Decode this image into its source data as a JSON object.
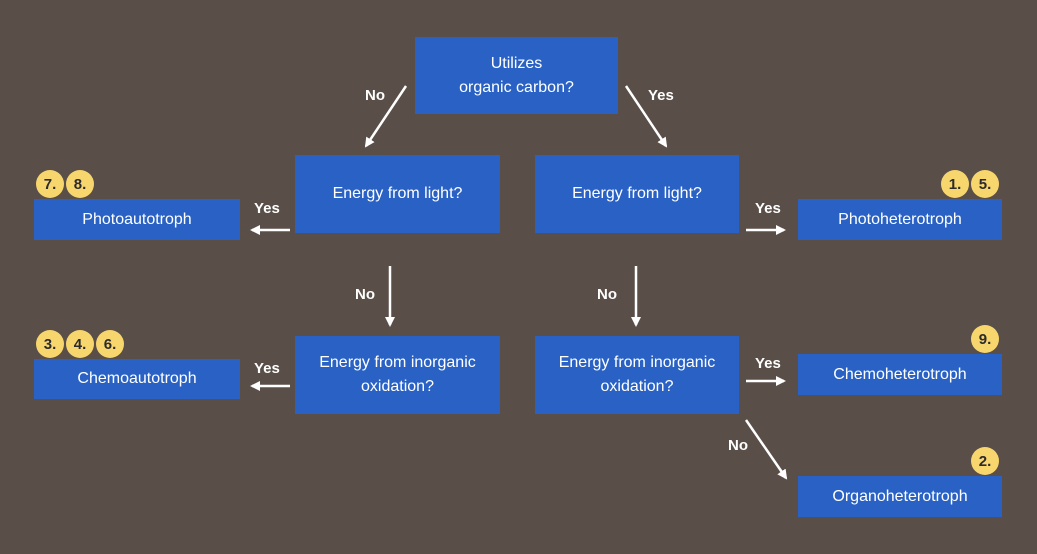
{
  "nodes": {
    "q_organic": "Utilizes\norganic carbon?",
    "q_light_left": "Energy from light?",
    "q_light_right": "Energy from light?",
    "q_inorganic_left": "Energy from inorganic\noxidation?",
    "q_inorganic_right": "Energy from inorganic\noxidation?",
    "photoautotroph": "Photoautotroph",
    "photoheterotroph": "Photoheterotroph",
    "chemoautotroph": "Chemoautotroph",
    "chemoheterotroph": "Chemoheterotroph",
    "organoheterotroph": "Organoheterotroph"
  },
  "edges": {
    "organic_no": "No",
    "organic_yes": "Yes",
    "light_left_yes": "Yes",
    "light_right_yes": "Yes",
    "light_left_no": "No",
    "light_right_no": "No",
    "inorg_left_yes": "Yes",
    "inorg_right_yes": "Yes",
    "inorg_right_no": "No"
  },
  "badges": {
    "photoautotroph": [
      "7.",
      "8."
    ],
    "photoheterotroph": [
      "1.",
      "5."
    ],
    "chemoautotroph": [
      "3.",
      "4.",
      "6."
    ],
    "chemoheterotroph": [
      "9."
    ],
    "organoheterotroph": [
      "2."
    ]
  },
  "colors": {
    "background": "#5a4f48",
    "box": "#2962c4",
    "badge": "#f8d66e",
    "arrow": "#ffffff"
  }
}
